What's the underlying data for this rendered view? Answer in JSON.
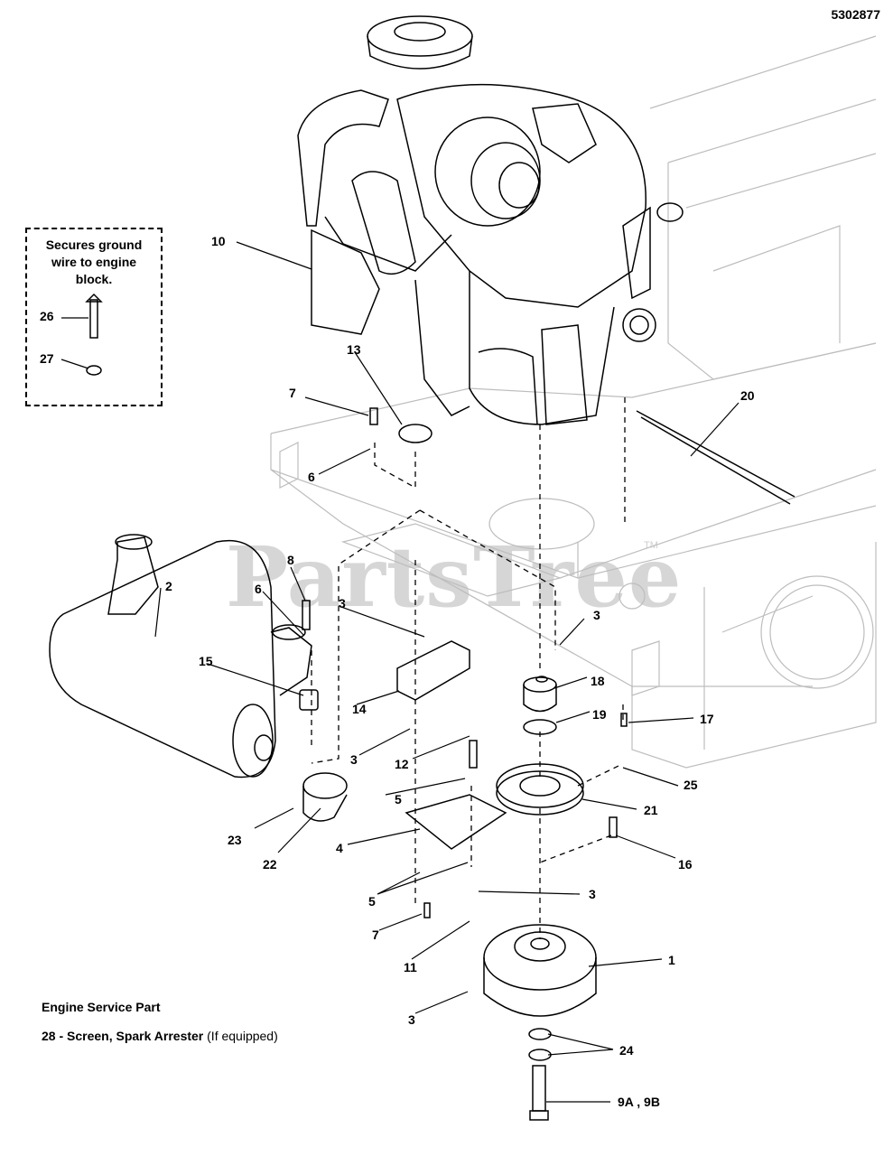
{
  "document_id": "5302877",
  "watermark": "PartsTree",
  "watermark_tm": "TM",
  "callout": {
    "lines": [
      "Secures ground",
      "wire to engine",
      "block."
    ]
  },
  "notes": {
    "heading": "Engine Service Part",
    "item_bold": "28 - Screen, Spark Arrester",
    "item_note": "(If equipped)"
  },
  "labels": {
    "l1": "1",
    "l2": "2",
    "l3": "3",
    "l4": "4",
    "l5": "5",
    "l6": "6",
    "l7": "7",
    "l8": "8",
    "l9": "9A , 9B",
    "l10": "10",
    "l11": "11",
    "l12": "12",
    "l13": "13",
    "l14": "14",
    "l15": "15",
    "l16": "16",
    "l17": "17",
    "l18": "18",
    "l19": "19",
    "l20": "20",
    "l21": "21",
    "l22": "22",
    "l23": "23",
    "l24": "24",
    "l25": "25",
    "l26": "26",
    "l27": "27"
  }
}
